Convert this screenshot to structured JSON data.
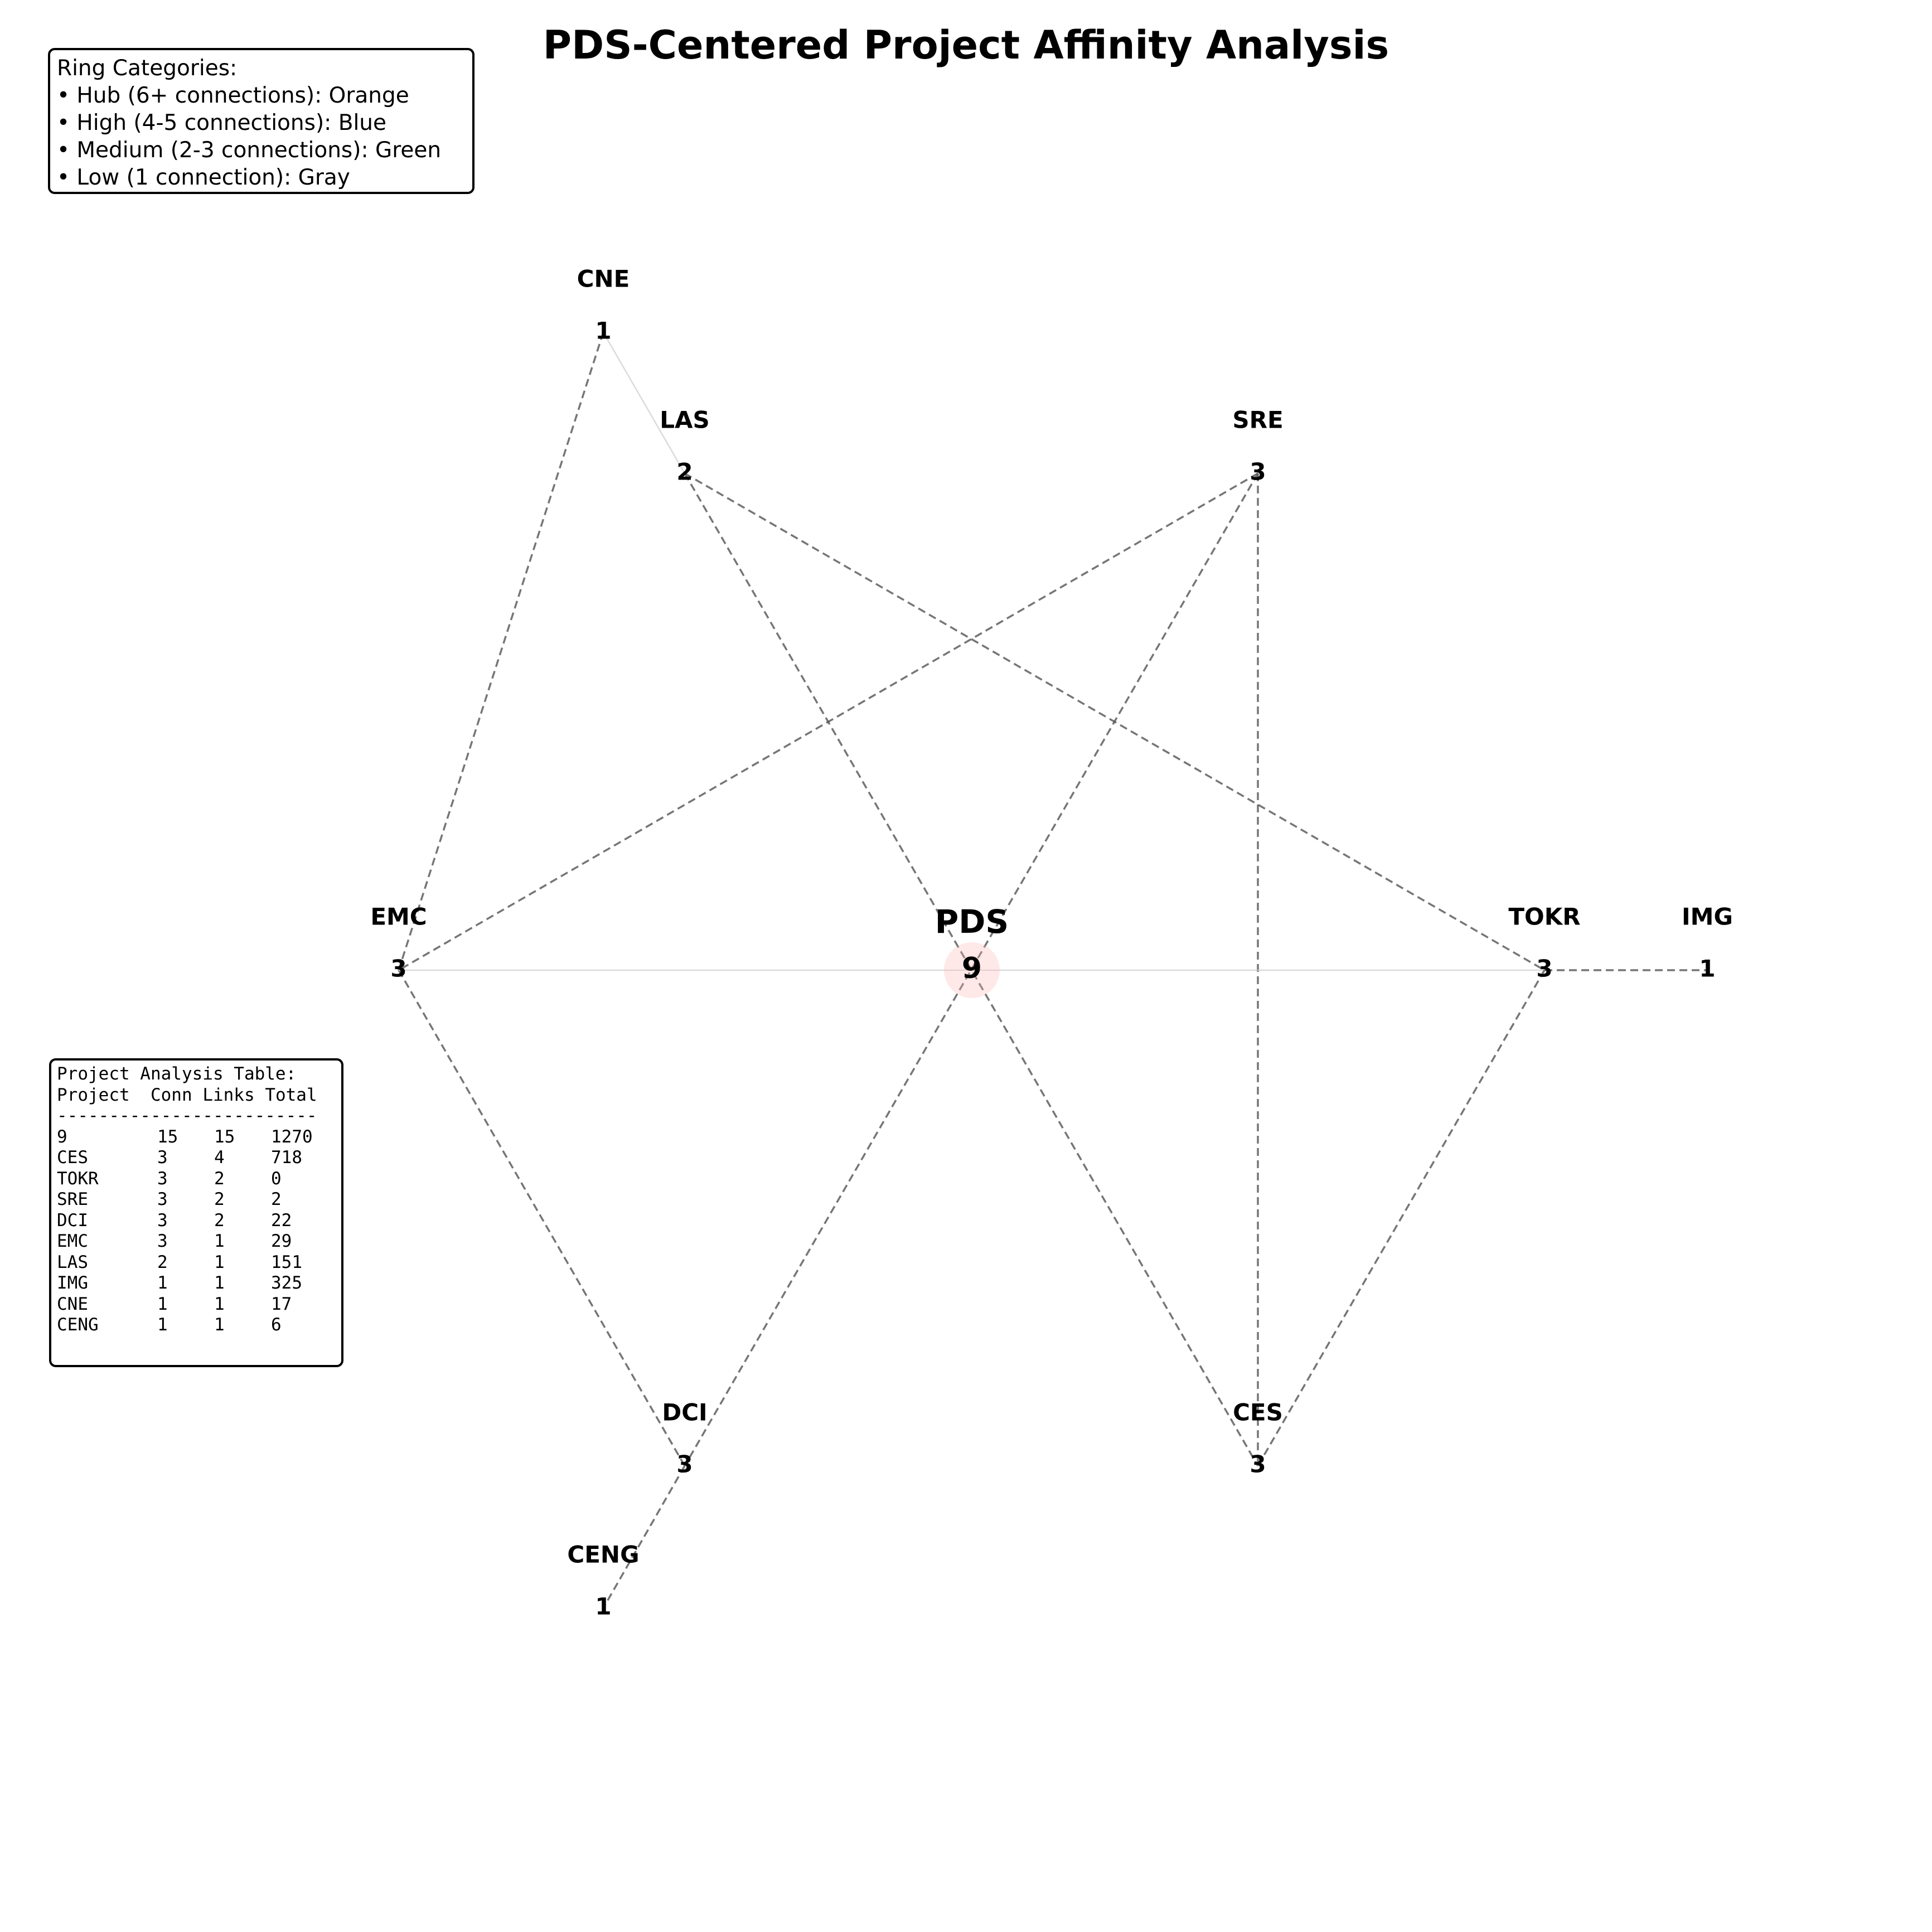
{
  "title": "PDS-Centered Project Affinity Analysis",
  "legend": {
    "heading": "Ring Categories:",
    "items": [
      "• Hub (6+ connections): Orange",
      "• High (4-5 connections): Blue",
      "• Medium (2-3 connections): Green",
      "• Low (1 connection): Gray"
    ]
  },
  "table": {
    "heading": "Project Analysis Table:",
    "columns": [
      "Project",
      "Conn",
      "Links",
      "Total"
    ],
    "separator": "-------------------------",
    "rows": [
      [
        "9",
        "15",
        "15",
        "1270"
      ],
      [
        "CES",
        "3",
        "4",
        "718"
      ],
      [
        "TOKR",
        "3",
        "2",
        "0"
      ],
      [
        "SRE",
        "3",
        "2",
        "2"
      ],
      [
        "DCI",
        "3",
        "2",
        "22"
      ],
      [
        "EMC",
        "3",
        "1",
        "29"
      ],
      [
        "LAS",
        "2",
        "1",
        "151"
      ],
      [
        "IMG",
        "1",
        "1",
        "325"
      ],
      [
        "CNE",
        "1",
        "1",
        "17"
      ],
      [
        "CENG",
        "1",
        "1",
        "6"
      ]
    ]
  },
  "diagram": {
    "center": {
      "label": "PDS",
      "count": "9",
      "color": "#ffb3b3"
    },
    "nodes": [
      {
        "id": "CNE",
        "label": "CNE",
        "count": "1"
      },
      {
        "id": "LAS",
        "label": "LAS",
        "count": "2"
      },
      {
        "id": "SRE",
        "label": "SRE",
        "count": "3"
      },
      {
        "id": "EMC",
        "label": "EMC",
        "count": "3"
      },
      {
        "id": "TOKR",
        "label": "TOKR",
        "count": "3"
      },
      {
        "id": "IMG",
        "label": "IMG",
        "count": "1"
      },
      {
        "id": "DCI",
        "label": "DCI",
        "count": "3"
      },
      {
        "id": "CES",
        "label": "CES",
        "count": "3"
      },
      {
        "id": "CENG",
        "label": "CENG",
        "count": "1"
      }
    ],
    "edges": [
      {
        "from": "CNE",
        "to": "EMC",
        "style": "dashed"
      },
      {
        "from": "CNE",
        "to": "LAS",
        "style": "solid-light"
      },
      {
        "from": "LAS",
        "to": "TOKR",
        "style": "dashed"
      },
      {
        "from": "LAS",
        "to": "CES",
        "style": "dashed"
      },
      {
        "from": "SRE",
        "to": "EMC",
        "style": "dashed"
      },
      {
        "from": "SRE",
        "to": "DCI",
        "style": "dashed"
      },
      {
        "from": "SRE",
        "to": "CES",
        "style": "dashed"
      },
      {
        "from": "EMC",
        "to": "DCI",
        "style": "dashed"
      },
      {
        "from": "EMC",
        "to": "TOKR",
        "style": "solid-light"
      },
      {
        "from": "TOKR",
        "to": "IMG",
        "style": "dashed"
      },
      {
        "from": "TOKR",
        "to": "CES",
        "style": "dashed"
      },
      {
        "from": "DCI",
        "to": "CENG",
        "style": "dashed"
      }
    ]
  }
}
